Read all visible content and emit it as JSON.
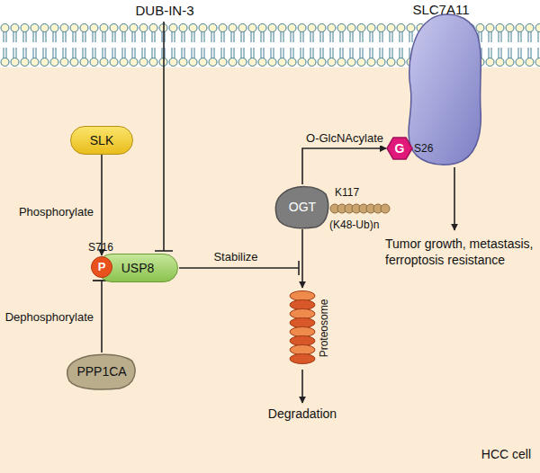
{
  "diagram": {
    "nodes": [
      {
        "text": [
          "SLC7A11"
        ]
      },
      {
        "text": [
          "SLK"
        ]
      },
      {
        "text": [
          "G"
        ]
      },
      {
        "text": [
          "OGT"
        ]
      },
      {
        "text": [
          "P"
        ]
      },
      {
        "text": [
          "USP8"
        ]
      },
      {
        "text": [
          "Proteosome"
        ]
      },
      {
        "text": [
          "PPP1CA"
        ]
      }
    ],
    "edges": [
      {
        "from": 1,
        "to": 4,
        "arrow": "to",
        "label": "Phosphorylate"
      },
      {
        "from": 7,
        "to": 4,
        "arrow": "to",
        "label": "Dephosphorylate"
      },
      {
        "from": 3,
        "to": 2,
        "arrow": "to",
        "label": "O-GlcNAcylate"
      },
      {
        "from": 3,
        "to": 6,
        "arrow": "to"
      }
    ],
    "labels": [
      "DUB-IN-3",
      "S716",
      "K117",
      "(K48-Ub)n",
      "S26",
      "Stabilize",
      "Degradation",
      "Tumor growth, metastasis, ferroptosis resistance",
      "HCC cell"
    ]
  }
}
